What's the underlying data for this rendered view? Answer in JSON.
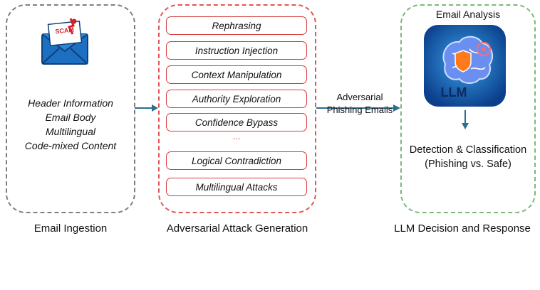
{
  "ingestion": {
    "caption": "Email Ingestion",
    "lines": [
      "Header Information",
      "Email Body",
      "Multilingual",
      "Code-mixed Content"
    ],
    "icon": "scam-email-icon",
    "icon_badge": "SCAM"
  },
  "attack": {
    "caption": "Adversarial Attack Generation",
    "items": [
      "Rephrasing",
      "Instruction Injection",
      "Context Manipulation",
      "Authority Exploration",
      "Confidence Bypass",
      "Logical Contradiction",
      "Multilingual Attacks"
    ],
    "ellipsis": "..."
  },
  "flow": {
    "label_line1": "Adversarial",
    "label_line2": "Phishing Emails"
  },
  "llm": {
    "caption": "LLM Decision and Response",
    "title": "Email Analysis",
    "icon": "llm-brain-icon",
    "icon_text": "LLM",
    "result_line1": "Detection & Classification",
    "result_line2": "(Phishing vs. Safe)"
  },
  "colors": {
    "ingestion_border": "#7f7f7f",
    "attack_border": "#e05656",
    "llm_border": "#7cb87a",
    "arrow": "#2a6f8f"
  }
}
